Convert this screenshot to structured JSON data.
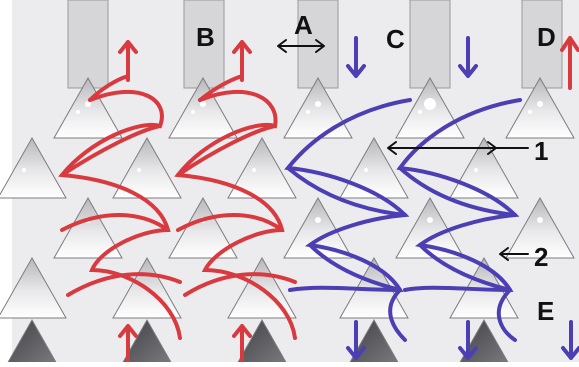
{
  "figure": {
    "labels": {
      "A": "A",
      "B": "B",
      "C": "C",
      "D": "D",
      "E": "E",
      "callout_1": "1",
      "callout_2": "2"
    },
    "colors": {
      "red": "#d93a3f",
      "blue": "#4b3fb3",
      "triangle_light": "#e9e9eb",
      "triangle_dark": "#5f5f63",
      "channel": "#dcdcdf",
      "label": "#111111"
    }
  }
}
